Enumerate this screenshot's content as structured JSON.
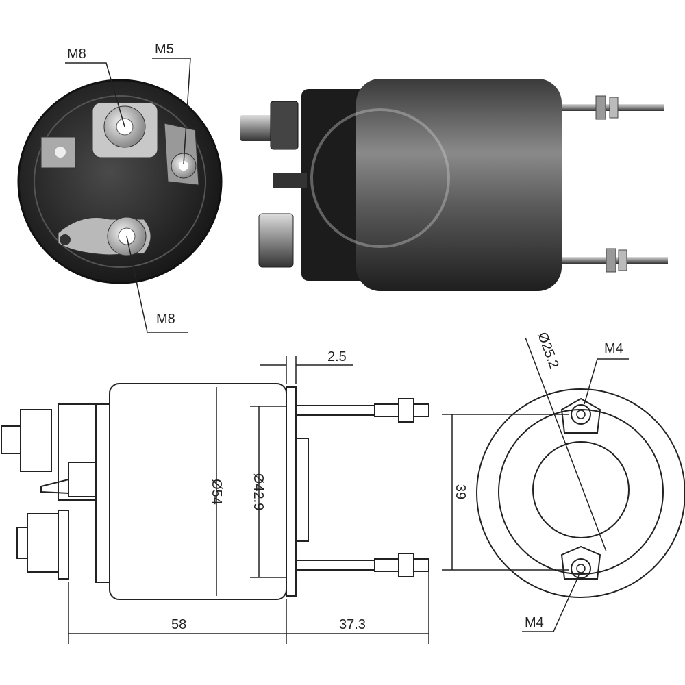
{
  "title": "Solenoid switch technical drawing",
  "end_view_photo": {
    "labels": {
      "top_left": "M8",
      "top_right": "M5",
      "bottom": "M8"
    }
  },
  "side_drawing": {
    "dims": {
      "flange": "2.5",
      "body_diameter": "Ø54",
      "flange_diameter": "Ø42.9",
      "body_length": "58",
      "stud_length": "37.3"
    }
  },
  "rear_drawing": {
    "dims": {
      "stud_spacing": "39",
      "pitch_diameter": "Ø25.2"
    },
    "labels": {
      "top_stud": "M4",
      "bottom_stud": "M4"
    }
  },
  "colors": {
    "line": "#222222",
    "body_dark": "#2a2a2a",
    "body_mid": "#6e6e6e"
  }
}
